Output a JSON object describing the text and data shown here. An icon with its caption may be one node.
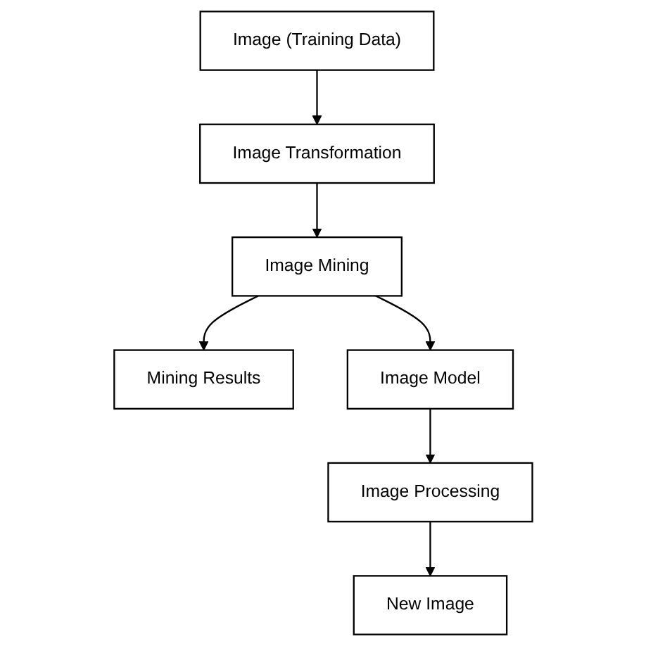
{
  "diagram": {
    "nodes": [
      {
        "text": [
          "Image (Training Data)"
        ]
      },
      {
        "text": [
          "Image Transformation"
        ]
      },
      {
        "text": [
          "Image Mining"
        ]
      },
      {
        "text": [
          "Mining Results"
        ]
      },
      {
        "text": [
          "Image Model"
        ]
      },
      {
        "text": [
          "Image Processing"
        ]
      },
      {
        "text": [
          "New Image"
        ]
      }
    ],
    "edges": [
      {
        "from": 0,
        "to": 1,
        "arrow": "to"
      },
      {
        "from": 1,
        "to": 2,
        "arrow": "to"
      },
      {
        "from": 2,
        "to": 3,
        "arrow": "to"
      },
      {
        "from": 2,
        "to": 4,
        "arrow": "to"
      },
      {
        "from": 4,
        "to": 5,
        "arrow": "to"
      },
      {
        "from": 5,
        "to": 6,
        "arrow": "to"
      }
    ]
  }
}
